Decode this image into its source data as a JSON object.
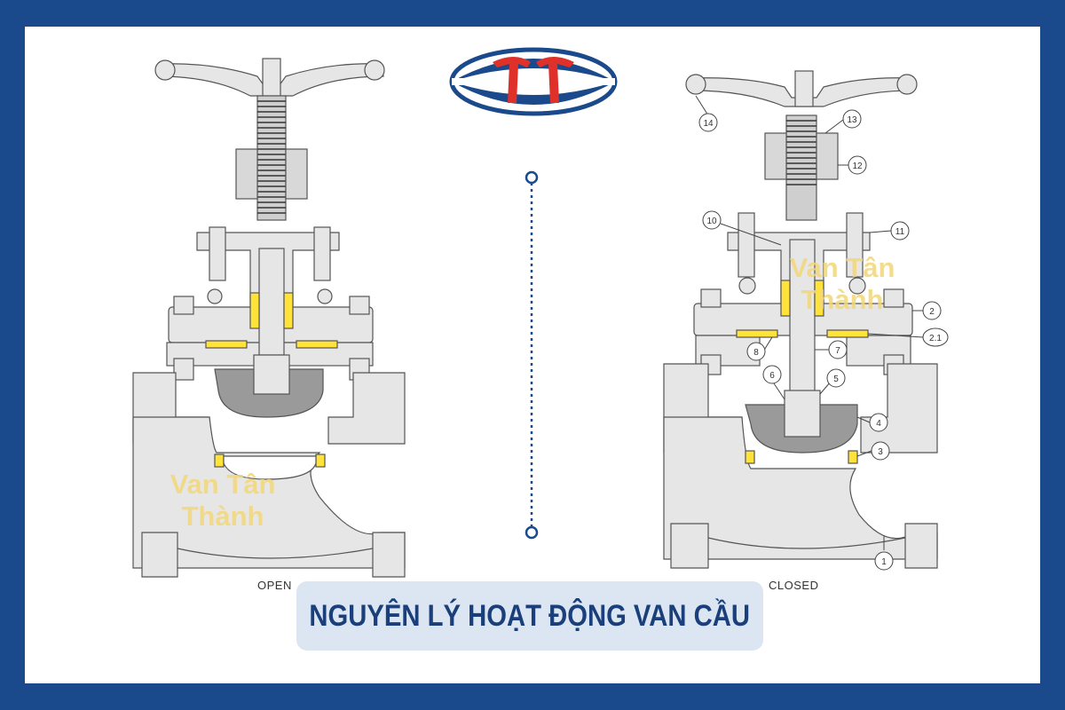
{
  "title": "NGUYÊN LÝ HOẠT ĐỘNG VAN CẦU",
  "left_diagram": {
    "state_label": "OPEN",
    "watermark_line1": "Van Tân",
    "watermark_line2": "Thành"
  },
  "right_diagram": {
    "state_label": "CLOSED",
    "watermark_line1": "Van Tân",
    "watermark_line2": "Thành",
    "part_numbers": [
      "14",
      "13",
      "12",
      "10",
      "11",
      "2",
      "2.1",
      "8",
      "7",
      "6",
      "5",
      "4",
      "3",
      "1"
    ]
  },
  "logo": {
    "letters": "TT",
    "icon": "company-logo"
  },
  "colors": {
    "frame": "#1a4a8c",
    "title_bg": "#dbe6f2",
    "title_text": "#1a3f7a",
    "body_fill": "#e6e6e6",
    "dark_part": "#9a9a9a",
    "gasket": "#ffe23a",
    "logo_red": "#e0302a",
    "logo_blue": "#1a4a8c"
  }
}
